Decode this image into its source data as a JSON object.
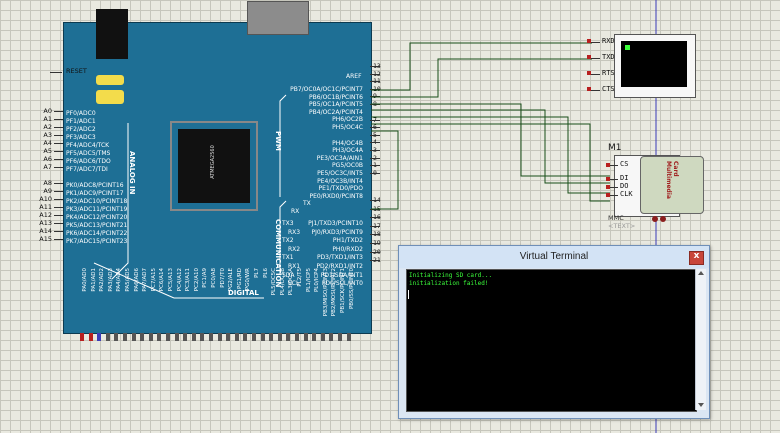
{
  "colors": {
    "board": "#1e6f95",
    "board_dark": "#15516d",
    "vterm_bg": "#000000",
    "vterm_text": "#3cff3c",
    "title_bar": "#d3e3f5",
    "close": "#c8463a",
    "wire": "#184d18",
    "pin": "#b81f1f"
  },
  "arduino": {
    "reset_label": "RESET",
    "aref_label": "AREF",
    "analog_in_label": "ANALOG IN",
    "digital_label": "DIGITAL",
    "pwm_label": "PWM",
    "communication_label": "COMMUNICATION",
    "chip_text": "ATMEGA2560",
    "tx_label": "TX",
    "rx_label": "RX",
    "left_pin_names": [
      "A0",
      "A1",
      "A2",
      "A3",
      "A4",
      "A5",
      "A6",
      "A7",
      "A8",
      "A9",
      "A10",
      "A11",
      "A12",
      "A13",
      "A14",
      "A15"
    ],
    "analog_pins": [
      "PF0/ADC0",
      "PF1/ADC1",
      "PF2/ADC2",
      "PF3/ADC3",
      "PF4/ADC4/TCK",
      "PF5/ADC5/TMS",
      "PF6/ADC6/TDO",
      "PF7/ADC7/TDI",
      "PK0/ADC8/PCINT16",
      "PK1/ADC9/PCINT17",
      "PK2/ADC10/PCINT18",
      "PK3/ADC11/PCINT19",
      "PK4/ADC12/PCINT20",
      "PK5/ADC13/PCINT21",
      "PK6/ADC14/PCINT22",
      "PK7/ADC15/PCINT23"
    ],
    "pwm_pins": [
      {
        "label": "PB7/OC0A/OC1C/PCINT7",
        "num": "13"
      },
      {
        "label": "PB6/OC1B/PCINT6",
        "num": "12"
      },
      {
        "label": "PB5/OC1A/PCINT5",
        "num": "11"
      },
      {
        "label": "PB4/OC2A/PCINT4",
        "num": "10"
      },
      {
        "label": "PH6/OC2B",
        "num": "9"
      },
      {
        "label": "PH5/OC4C",
        "num": "8"
      },
      {
        "label": "PH4/OC4B",
        "num": "7"
      },
      {
        "label": "PH3/OC4A",
        "num": "6"
      },
      {
        "label": "PE3/OC3A/AIN1",
        "num": "5"
      },
      {
        "label": "PG5/OC0B",
        "num": "4"
      },
      {
        "label": "PE5/OC3C/INT5",
        "num": "3"
      },
      {
        "label": "PE4/OC3B/INT4",
        "num": "2"
      },
      {
        "label": "PE1/TXD0/PDO",
        "num": "1"
      },
      {
        "label": "PE0/RXD0/PCINT8",
        "num": "0"
      }
    ],
    "comm_pins": [
      {
        "prefix": "TX3",
        "label": "PJ1/TXD3/PCINT10",
        "num": "14"
      },
      {
        "prefix": "RX3",
        "label": "PJ0/RXD3/PCINT9",
        "num": "15"
      },
      {
        "prefix": "TX2",
        "label": "PH1/TXD2",
        "num": "16"
      },
      {
        "prefix": "RX2",
        "label": "PH0/RXD2",
        "num": "17"
      },
      {
        "prefix": "TX1",
        "label": "PD3/TXD1/INT3",
        "num": "18"
      },
      {
        "prefix": "RX1",
        "label": "PD2/RXD1/INT2",
        "num": "19"
      },
      {
        "prefix": "SDA",
        "label": "PD1/SDA/INT1",
        "num": "20"
      },
      {
        "prefix": "SCL",
        "label": "PD0/SCL/INT0",
        "num": "21"
      }
    ],
    "bottom_pin_labels": [
      "PA0/AD0",
      "PA1/AD1",
      "PA2/AD2",
      "PA3/AD3",
      "PA4/AD4",
      "PA5/AD5",
      "PA6/AD6",
      "PA7/AD7",
      "PC7/A15",
      "PC6/A14",
      "PC5/A13",
      "PC4/A12",
      "PC3/A11",
      "PC2/A10",
      "PC1/A9",
      "PC0/A8",
      "PD7/T0",
      "PG2/ALE",
      "PG1/RD",
      "PG0/WR",
      "PL7",
      "PL6",
      "PL5/OC5C",
      "PL4/OC5B",
      "PL3/OC5A",
      "PL2/T5",
      "PL1/ICP5",
      "PL0/ICP4",
      "PB3/MISO/PCINT3",
      "PB2/MOSI/PCINT2",
      "PB1/SCK/PCINT1",
      "PB0/SS/PCINT0"
    ]
  },
  "serial_terminal": {
    "pins": [
      "RXD",
      "TXD",
      "RTS",
      "CTS"
    ]
  },
  "sd_card": {
    "ref": "M1",
    "pins": [
      "CS",
      "DI",
      "DO",
      "CLK"
    ],
    "label": "Card Multimedia",
    "type": "MMC",
    "text_placeholder": "<TEXT>"
  },
  "virtual_terminal": {
    "title": "Virtual Terminal",
    "close_label": "x",
    "lines": [
      "Initializing SD card...",
      "initialization failed!"
    ]
  }
}
